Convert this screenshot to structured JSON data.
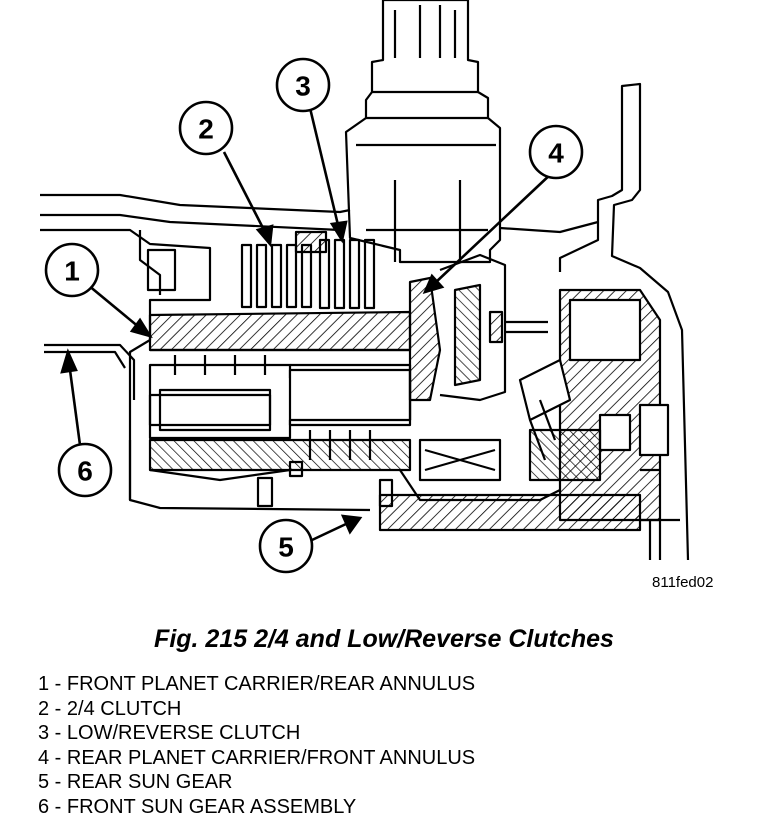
{
  "figure": {
    "drawing_code": "811fed02",
    "caption": "Fig. 215 2/4 and Low/Reverse Clutches"
  },
  "callouts": [
    {
      "number": "1"
    },
    {
      "number": "2"
    },
    {
      "number": "3"
    },
    {
      "number": "4"
    },
    {
      "number": "5"
    },
    {
      "number": "6"
    }
  ],
  "legend": [
    {
      "text": "1 - FRONT PLANET CARRIER/REAR ANNULUS"
    },
    {
      "text": "2 - 2/4 CLUTCH"
    },
    {
      "text": "3 - LOW/REVERSE CLUTCH"
    },
    {
      "text": "4 - REAR PLANET CARRIER/FRONT ANNULUS"
    },
    {
      "text": "5 - REAR SUN GEAR"
    },
    {
      "text": "6 - FRONT SUN GEAR ASSEMBLY"
    }
  ]
}
